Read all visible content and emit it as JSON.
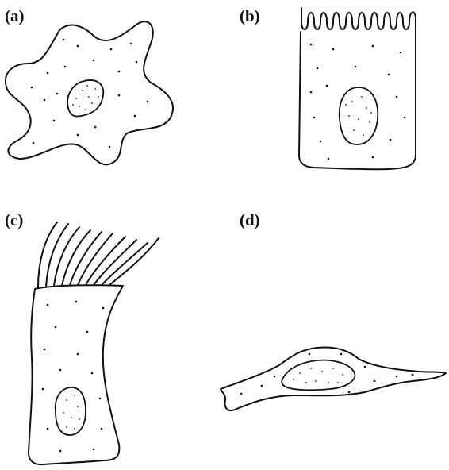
{
  "figure": {
    "panels": [
      {
        "id": "a",
        "label": "(a)"
      },
      {
        "id": "b",
        "label": "(b)"
      },
      {
        "id": "c",
        "label": "(c)"
      },
      {
        "id": "d",
        "label": "(d)"
      }
    ]
  }
}
